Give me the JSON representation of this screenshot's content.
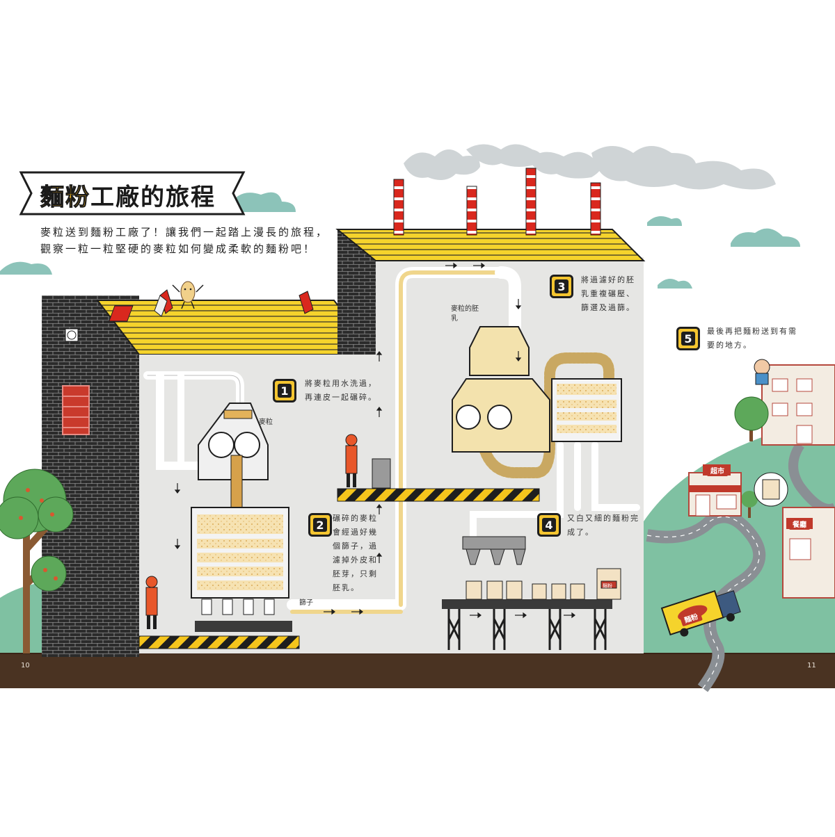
{
  "title": {
    "highlight": "麵粉",
    "rest": "工廠的旅程"
  },
  "intro": "麥粒送到麵粉工廠了！讓我們一起踏上漫長的旅程，觀察一粒一粒堅硬的麥粒如何變成柔軟的麵粉吧！",
  "steps": [
    {
      "number": "1",
      "text": "將麥粒用水洗過，再連皮一起碾碎。"
    },
    {
      "number": "2",
      "text": "碾碎的麥粒會經過好幾個篩子，過濾掉外皮和胚芽，只剩胚乳。"
    },
    {
      "number": "3",
      "text": "將過濾好的胚乳重複碾壓、篩選及過篩。"
    },
    {
      "number": "4",
      "text": "又白又細的麵粉完成了。"
    },
    {
      "number": "5",
      "text": "最後再把麵粉送到有需要的地方。"
    }
  ],
  "labels": {
    "grain": "麥粒",
    "sieve": "篩子",
    "endosperm": "麥粒的胚乳",
    "supermarket": "超市",
    "restaurant": "餐廳",
    "truck": "麵粉",
    "bag": "麵粉"
  },
  "page_numbers": {
    "left": "10",
    "right": "11"
  },
  "colors": {
    "factory_wall": "#e6e6e4",
    "brick": "#2a2a2a",
    "roof_yellow": "#f5d32c",
    "chimney_red": "#d9281e",
    "hill_green": "#7fc1a2",
    "ground_brown": "#4a3322",
    "flour": "#f1d9a0",
    "hazard_yellow": "#f5c51c"
  }
}
